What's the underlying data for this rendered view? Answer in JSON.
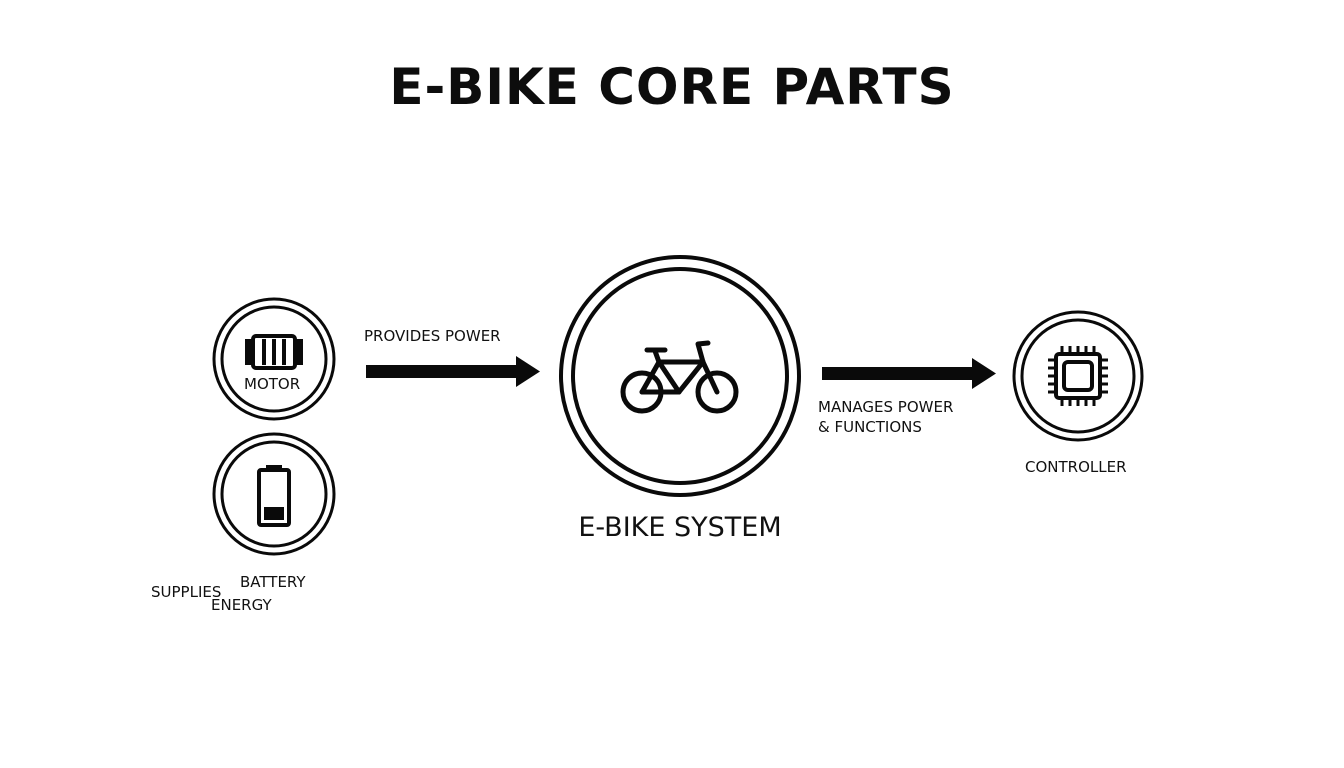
{
  "title": "E-BIKE CORE PARTS",
  "center_node": {
    "label": "E-BIKE SYSTEM",
    "icon": "bicycle-icon"
  },
  "nodes": {
    "motor": {
      "label": "MOTOR",
      "icon": "motor-icon"
    },
    "battery": {
      "label": "BATTERY",
      "icon": "battery-icon"
    },
    "controller": {
      "label": "CONTROLLER",
      "icon": "chip-icon"
    }
  },
  "edges": {
    "motor_to_system": {
      "label": "PROVIDES POWER"
    },
    "battery_to_system": {
      "label_line1": "SUPPLIES",
      "label_line2": "ENERGY"
    },
    "system_to_controller": {
      "label_line1": "MANAGES POWER",
      "label_line2": "& FUNCTIONS"
    }
  },
  "colors": {
    "ink": "#0a0a0a",
    "background": "#ffffff"
  }
}
